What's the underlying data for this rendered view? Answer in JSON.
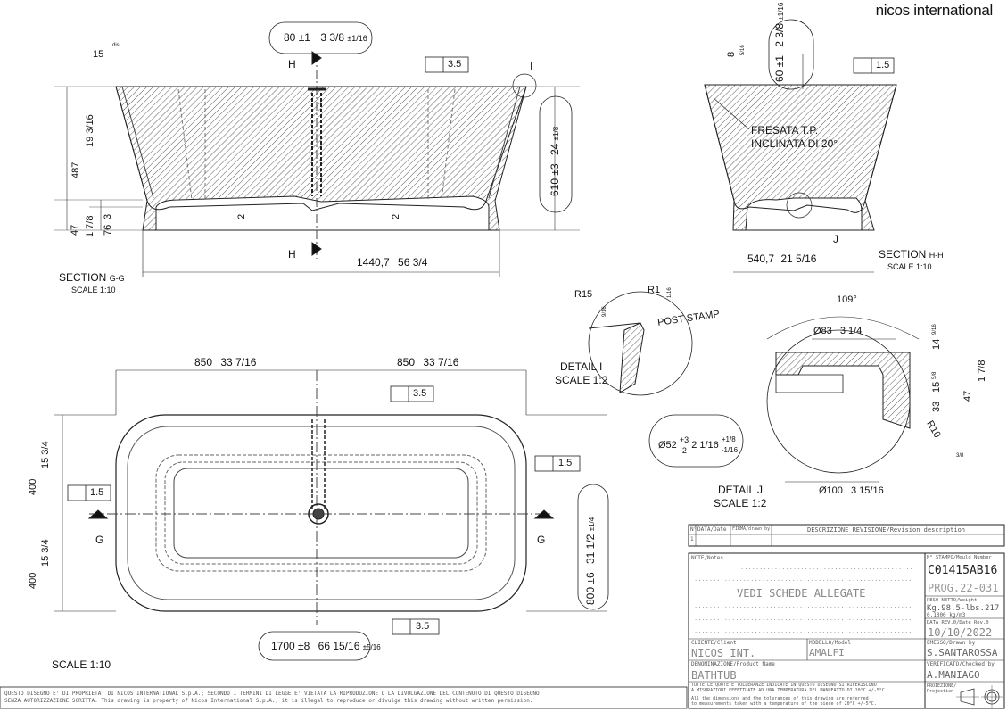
{
  "brand": "nicos international",
  "section_gg": {
    "top_capsule": {
      "value": "80",
      "tol": "±1",
      "inch": "3 3/8",
      "inch_tol": "±1/16"
    },
    "angle_15": "15",
    "angle_15_unit": "dis",
    "cut_mark": "H",
    "flatness": "3.5",
    "detail_ref": "I",
    "height_487": "487",
    "height_487_in": "19 3/16",
    "base_47": "47",
    "base_47_in": "1 7/8",
    "dim_3": "3",
    "dim_76": "76",
    "dim_2": "2",
    "height_capsule": {
      "value": "610",
      "tol": "±3",
      "inch": "24",
      "inch_tol": "±1/8"
    },
    "length": "1440,7",
    "length_in": "56 3/4",
    "title": "SECTION",
    "title_suffix": "G-G",
    "scale": "SCALE 1:10"
  },
  "section_hh": {
    "dim_8": "8",
    "dim_8_unit": "5/16",
    "height_capsule": {
      "value": "60",
      "tol": "±1",
      "inch": "2 3/8",
      "inch_tol": "±1/16"
    },
    "flatness": "1.5",
    "note_line1": "FRESATA T.P.",
    "note_line2": "INCLINATA DI 20°",
    "detail_ref": "J",
    "width": "540,7",
    "width_in": "21 5/16",
    "title": "SECTION",
    "title_suffix": "H-H",
    "scale": "SCALE 1:10"
  },
  "detail_i": {
    "r15": "R15",
    "r15_in": "9/16",
    "r1": "R1",
    "r1_in": "1/16",
    "post_stamp": "POST-STAMP",
    "title": "DETAIL I",
    "scale": "SCALE 1:2"
  },
  "detail_j": {
    "angle": "109°",
    "dia83": "Ø83",
    "dia83_in": "3 1/4",
    "d14": "14",
    "d14_in": "9/16",
    "d15": "15",
    "d15_in": "5/8",
    "d33": "33",
    "d47": "47",
    "d47_in": "1 7/8",
    "r10": "R10",
    "r10_in": "3/8",
    "capsule": {
      "value": "Ø52",
      "tol_plus": "+3",
      "tol_minus": "-2",
      "inch": "2 1/16",
      "inch_plus": "+1/8",
      "inch_minus": "-1/16"
    },
    "dia100": "Ø100",
    "dia100_in": "3 15/16",
    "title": "DETAIL J",
    "scale": "SCALE 1:2"
  },
  "plan": {
    "half_left": "850",
    "half_left_in": "33 7/16",
    "half_right": "850",
    "half_right_in": "33 7/16",
    "flatness_top": "3.5",
    "flatness_left": "1.5",
    "flatness_right": "1.5",
    "flatness_bottom": "3.5",
    "w400_top": "400",
    "w400_top_in": "15 3/4",
    "w400_bot": "400",
    "w400_bot_in": "15 3/4",
    "cut_mark": "G",
    "width_capsule": {
      "value": "800",
      "tol": "±6",
      "inch": "31 1/2",
      "inch_tol": "±1/4"
    },
    "length_capsule": {
      "value": "1700",
      "tol": "±8",
      "inch": "66 15/16",
      "inch_tol": "±5/16"
    },
    "scale": "SCALE 1:10"
  },
  "title_block": {
    "rev_headers": {
      "no": "N°",
      "date": "DATA/Date",
      "drawn": "FIRMA/drawn by",
      "desc": "DESCRIZIONE REVISIONE/Revision description"
    },
    "rev_row_no": "1",
    "notes_label": "NOTE/Notes",
    "notes_text": "VEDI SCHEDE ALLEGATE",
    "mould_label": "N° STAMPO/Mould Number",
    "mould_number": "C01415AB16",
    "prog": "PROG.22-031",
    "weight_label": "PESO NETTO/Weight",
    "weight": "Kg.98,5-lbs.217",
    "density": "0.1300 kg/m3",
    "date_label": "DATA REV.0/Date Rev.0",
    "date": "10/10/2022",
    "client_label": "CLIENTE/Client",
    "client": "NICOS INT.",
    "model_label": "MODELLO/Model",
    "model": "AMALFI",
    "drawn_label": "EMESSO/Drawn by",
    "drawn": "S.SANTAROSSA",
    "product_label": "DENOMINAZIONE/Product Name",
    "product": "BATHTUB",
    "checked_label": "VERIFICATO/Checked by",
    "checked": "A.MANIAGO",
    "tolerance_it_1": "TUTTE LE QUOTE E TOLLERANZE INDICATE IN QUESTO DISEGNO SI RIFERISCONO",
    "tolerance_it_2": "A MISURAZIONI EFFETTUATE AD UNA TEMPERATURA DEL MANUFATTO DI 20°C +/-5°C.",
    "tolerance_en_1": "All the dimensions and the tolerances of this drawing are referred",
    "tolerance_en_2": "to measurements taken with a temperature of the piece of 20°C +/-5°C.",
    "projection_label": "PROIEZIONE/ Projection"
  },
  "footer": {
    "line1": "QUESTO DISEGNO E' DI PROPRIETA' DI NICOS INTERNATIONAL S.p.A.; SECONDO I TERMINI DI LEGGE E' VIETATA LA RIPRODUZIONE O LA DIVULGAZIONE DEL CONTENUTO DI QUESTO DISEGNO",
    "line2": "SENZA AUTORIZZAZIONE SCRITTA. This drawing is property of Nicos International S.p.A.; it is illegal to reproduce or divulge this drawing without written permission."
  }
}
